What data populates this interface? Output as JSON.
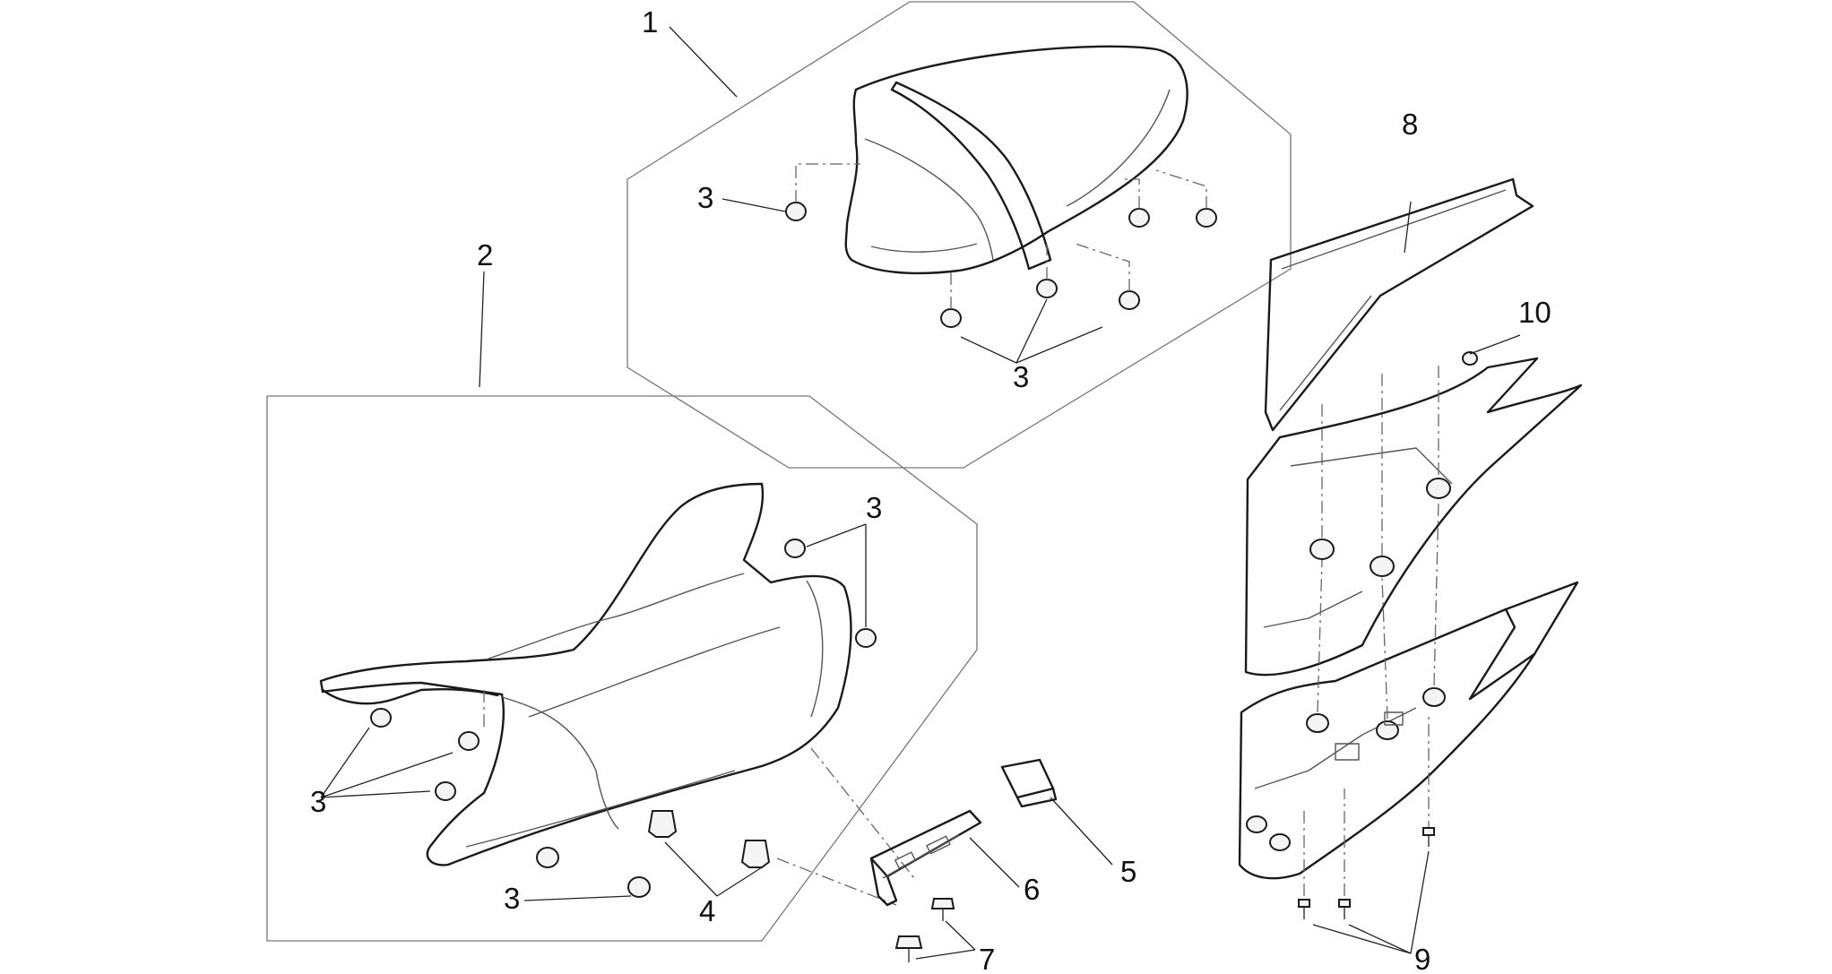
{
  "callouts": {
    "c1": "1",
    "c2": "2",
    "c3a": "3",
    "c3b": "3",
    "c3c": "3",
    "c3d": "3",
    "c3e": "3",
    "c4": "4",
    "c5": "5",
    "c6": "6",
    "c7": "7",
    "c8": "8",
    "c9": "9",
    "c10": "10"
  },
  "colors": {
    "line": "#1a1a1a",
    "frame": "#777777",
    "background": "#ffffff"
  }
}
